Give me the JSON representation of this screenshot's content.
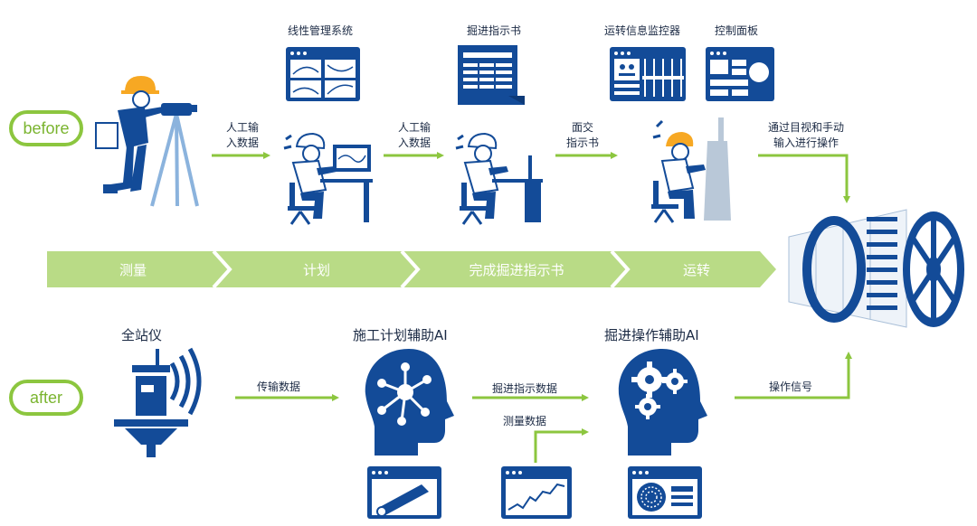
{
  "phases": {
    "before": "before",
    "after": "after"
  },
  "stages": [
    "测量",
    "计划",
    "完成掘进指示书",
    "运转"
  ],
  "before_systems": {
    "line_mgmt": "线性管理系统",
    "instruction_book": "掘进指示书",
    "monitor": "运转信息监控器",
    "control_panel": "控制面板"
  },
  "before_flows": {
    "manual_input_1": [
      "人工输",
      "入数据"
    ],
    "manual_input_2": [
      "人工输",
      "入数据"
    ],
    "face_to_face": [
      "面交",
      "指示书"
    ],
    "visual_manual": [
      "通过目视和手动",
      "输入进行操作"
    ]
  },
  "after_titles": {
    "total_station": "全站仪",
    "plan_ai": "施工计划辅助AI",
    "excavation_ai": "掘进操作辅助AI"
  },
  "after_flows": {
    "transmit": "传输数据",
    "instruction_data": "掘进指示数据",
    "survey_data": "测量数据",
    "op_signal": "操作信号"
  },
  "colors": {
    "blue": "#134b98",
    "green": "#8cc63f",
    "light_green": "#c8e39a",
    "orange": "#f7a823"
  }
}
